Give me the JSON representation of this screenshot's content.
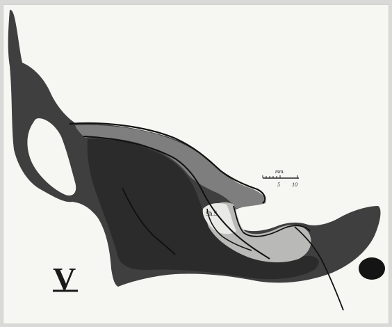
{
  "plate": {
    "number": "V"
  },
  "scale_bar": {
    "unit": "mm.",
    "tick_5": "5",
    "tick_10": "10"
  },
  "label": {
    "text": "Sh.S."
  },
  "colors": {
    "outer_tissue": "#3f3f3f",
    "inner_dark": "#2b2b2b",
    "mid_gray": "#7e7e7e",
    "light_gray": "#b9b9b7",
    "pale": "#e9e9e6",
    "line": "#111111",
    "paper": "#f6f6f3"
  }
}
